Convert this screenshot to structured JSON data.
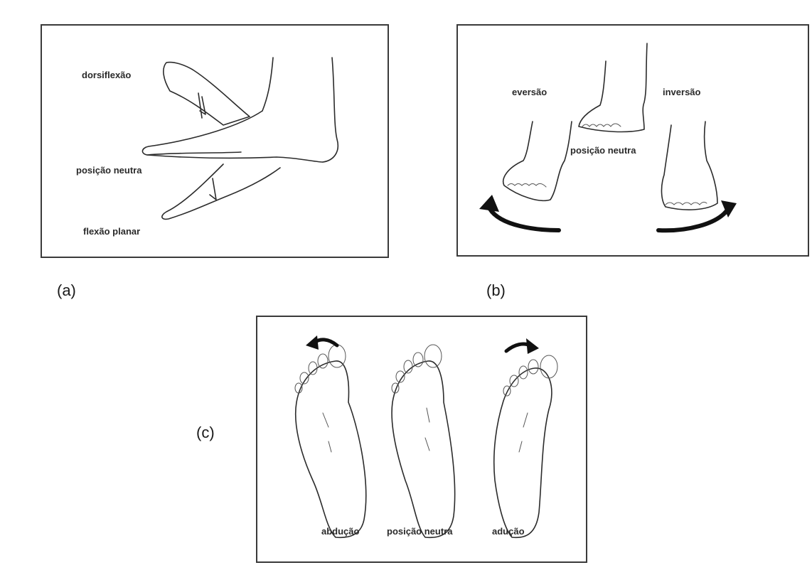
{
  "panel_a": {
    "letter": "(a)",
    "labels": {
      "dorsiflexion": "dorsiflexão",
      "neutral": "posição neutra",
      "plantar": "flexão planar"
    }
  },
  "panel_b": {
    "letter": "(b)",
    "labels": {
      "eversion": "eversão",
      "neutral": "posição neutra",
      "inversion": "inversão"
    }
  },
  "panel_c": {
    "letter": "(c)",
    "labels": {
      "abduction": "abdução",
      "neutral": "posição neutra",
      "adduction": "adução"
    }
  }
}
